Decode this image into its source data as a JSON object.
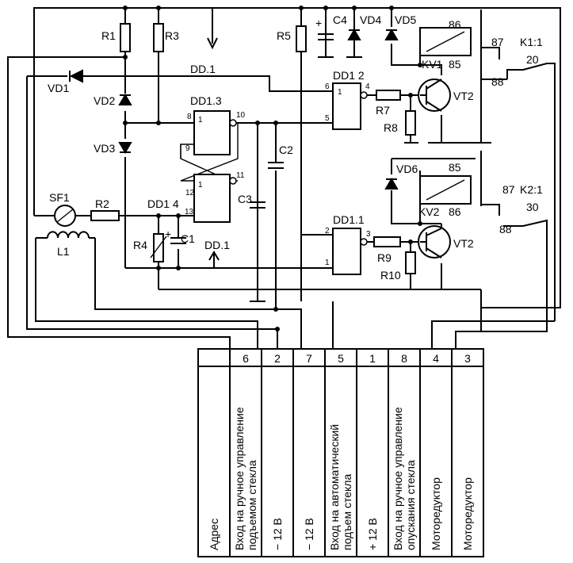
{
  "components": {
    "R1": "R1",
    "R3": "R3",
    "R5": "R5",
    "C4": "C4",
    "VD4": "VD4",
    "VD5": "VD5",
    "coil86": "86",
    "KV1": "KV1",
    "coil85": "85",
    "c87": "87",
    "K1": "K1:1",
    "c20": "20",
    "c88": "88",
    "DDdot_top": "DD.1",
    "VD1": "VD1",
    "VD2": "VD2",
    "VD3": "VD3",
    "DD13": "DD1.3",
    "DD12": "DD1 2",
    "R7": "R7",
    "VT2a": "VT2",
    "R8": "R8",
    "C2": "C2",
    "DD14": "DD1 4",
    "C3": "C3",
    "VD6": "VD6",
    "c85b": "85",
    "KV2": "KV2",
    "c86b": "86",
    "c87b": "87",
    "K2": "K2:1",
    "c30": "30",
    "c88b": "88",
    "SF1": "SF1",
    "R2": "R2",
    "L1": "L1",
    "R4": "R4",
    "C1": "C1",
    "DDdot_bot": "DD.1",
    "DD11": "DD1.1",
    "R9": "R9",
    "VT2b": "VT2",
    "R10": "R10",
    "plus": "+"
  },
  "pins": {
    "p1a": "1",
    "p2a": "2",
    "p4a": "4",
    "p5a": "5",
    "p6a": "6",
    "p8": "8",
    "p10": "10",
    "p9": "9",
    "p1b": "1",
    "p11": "11",
    "p12": "12",
    "p13": "13",
    "p2b": "2",
    "p3b": "3",
    "p1c": "1"
  },
  "table": {
    "numbers": [
      "",
      "6",
      "2",
      "7",
      "5",
      "1",
      "8",
      "4",
      "3"
    ],
    "labels": [
      "Адрес",
      "Вход на ручное управление подъемом стекла",
      "− 12 В",
      "− 12 В",
      "Вход на автоматический подъем стекла",
      "+ 12 В",
      "Вход на ручное управление опускания стекла",
      "Моторедуктор",
      "Моторедуктор"
    ]
  }
}
